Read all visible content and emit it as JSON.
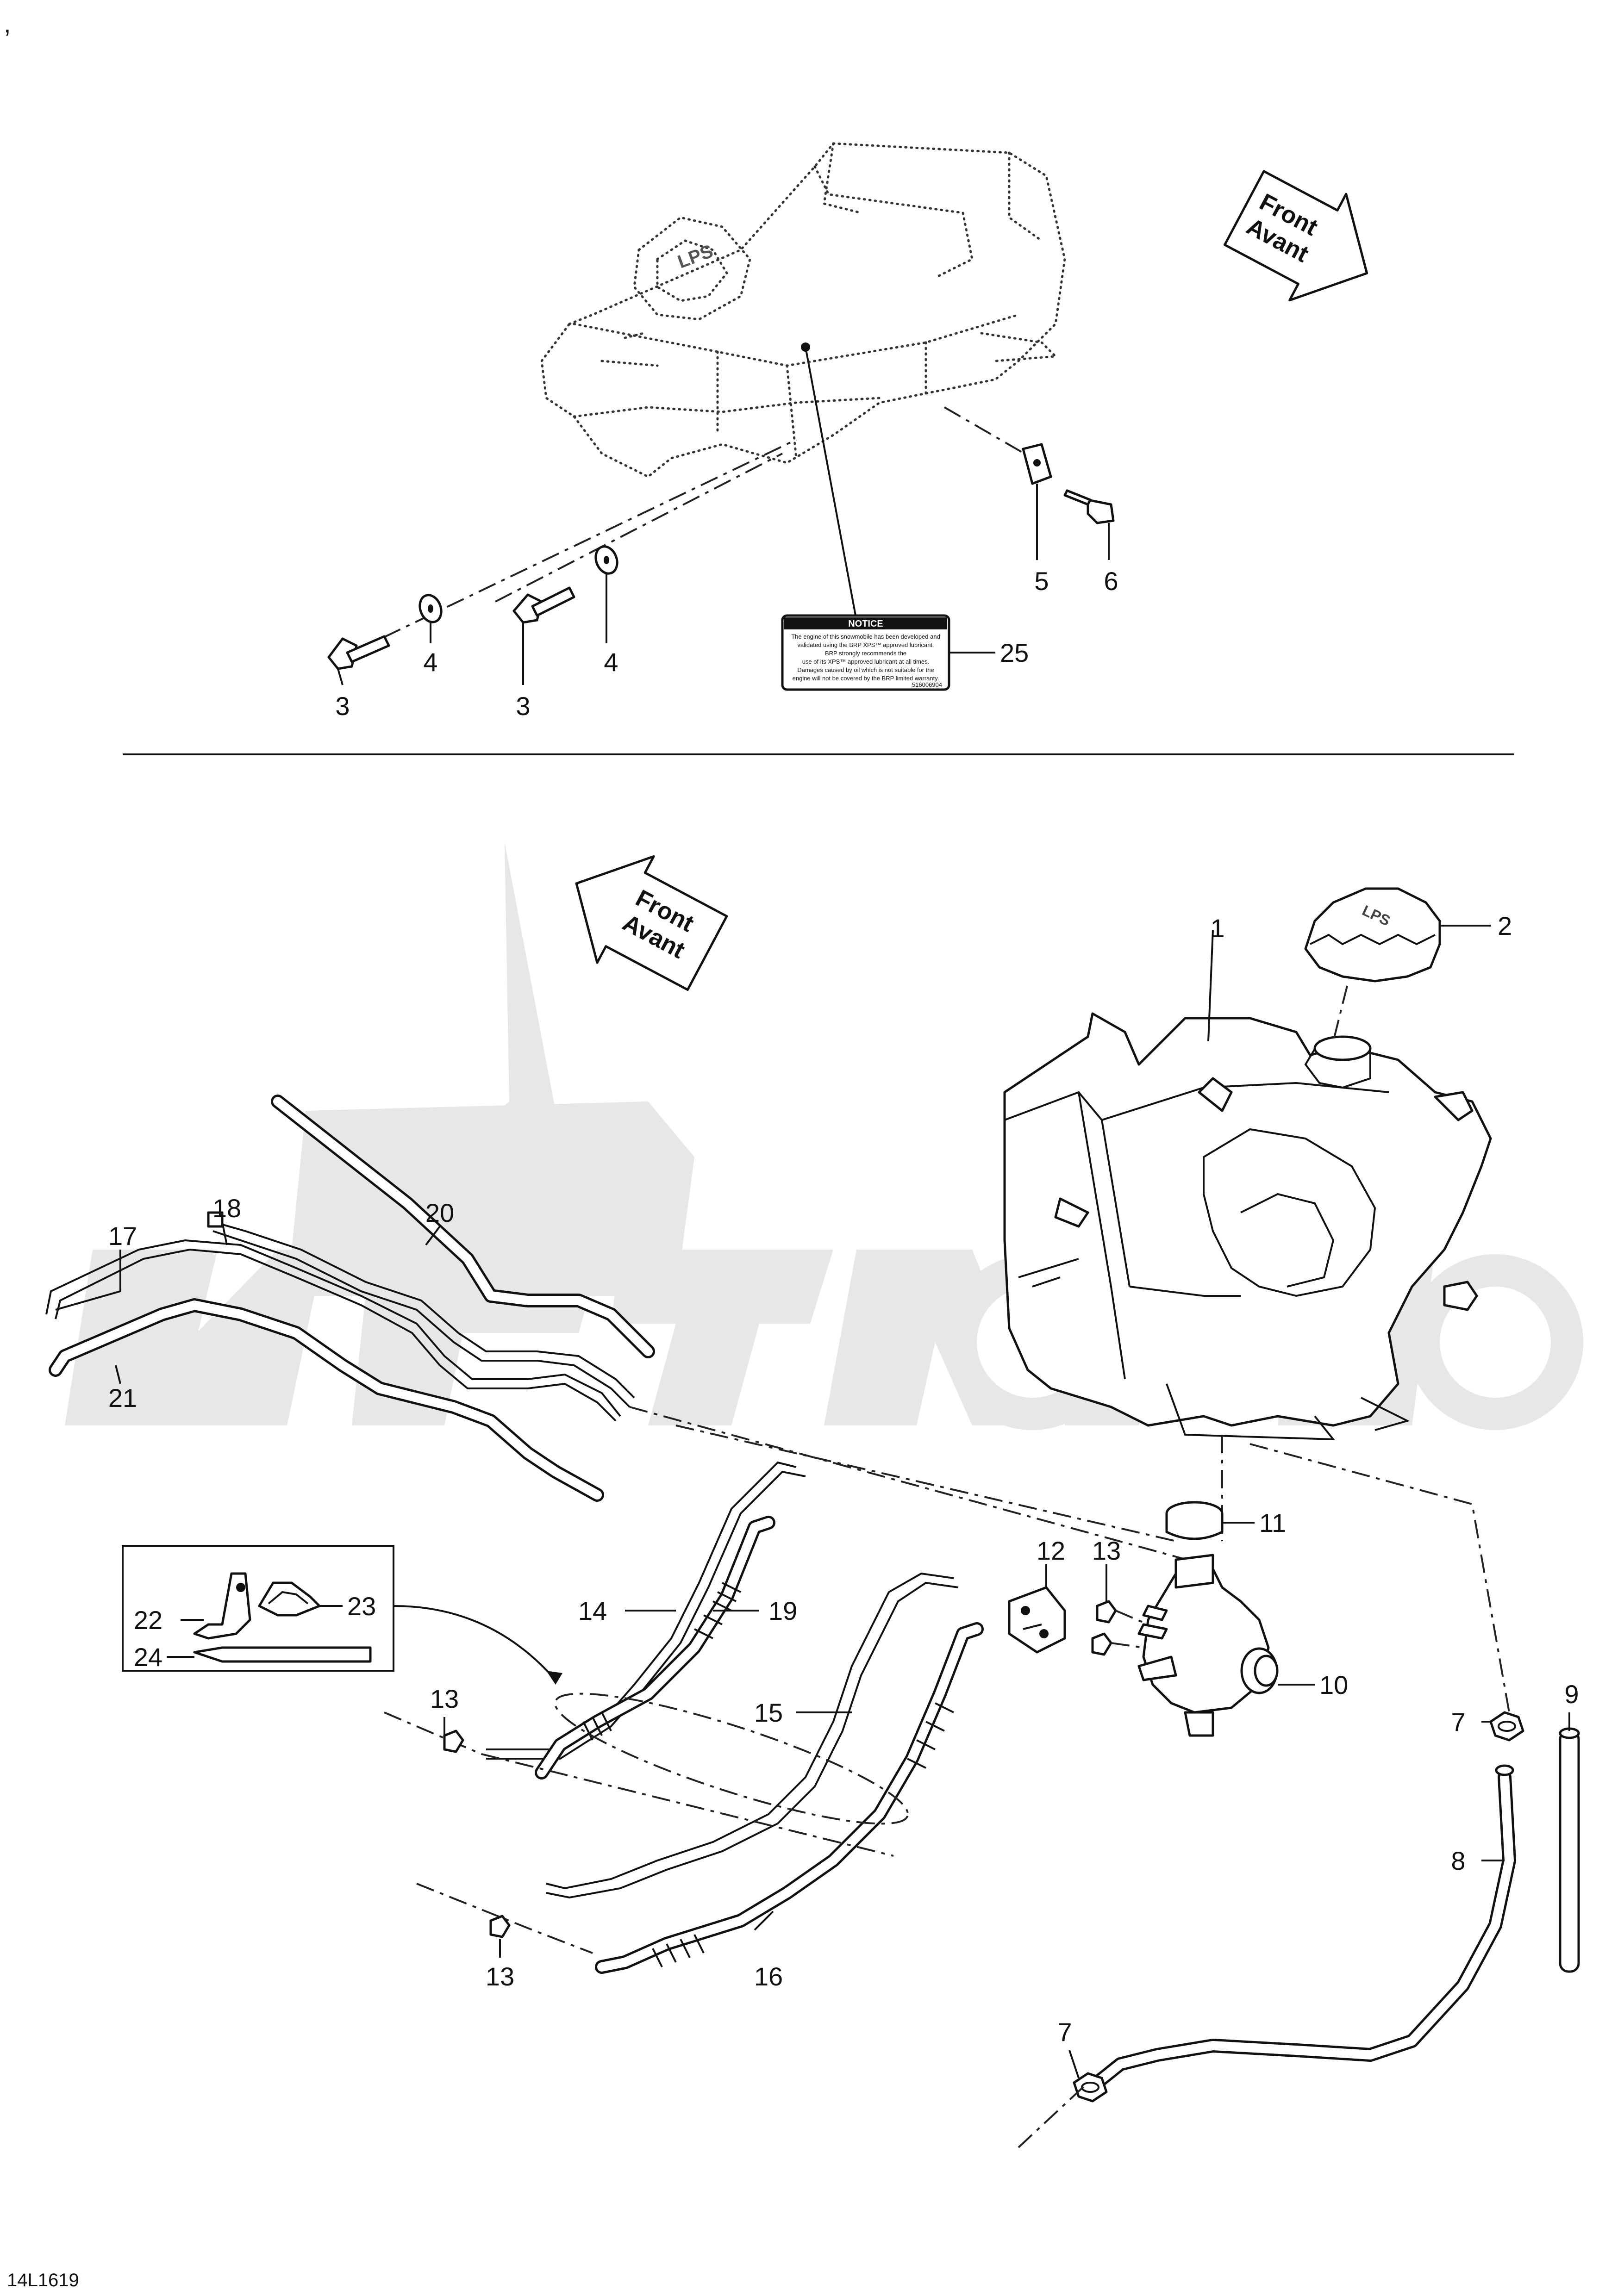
{
  "corner_mark": ",",
  "drawing_code": "14L1619",
  "front_arrow": {
    "line1": "Front",
    "line2": "Avant"
  },
  "notice_label": {
    "heading": "NOTICE",
    "lines": [
      "The engine of this snowmobile has been developed and",
      "validated using the BRP  XPS™ approved lubricant.",
      "BRP strongly recommends the",
      "use of its  XPS™ approved lubricant at all times.",
      "Damages caused by oil which is not suitable for the",
      "engine will not be covered by the BRP limited warranty."
    ],
    "part_code": "516006904"
  },
  "callouts": [
    "1",
    "2",
    "3",
    "3",
    "4",
    "4",
    "5",
    "6",
    "7",
    "7",
    "8",
    "9",
    "10",
    "11",
    "12",
    "13",
    "13",
    "13",
    "14",
    "15",
    "16",
    "17",
    "18",
    "19",
    "20",
    "21",
    "22",
    "23",
    "24",
    "25"
  ]
}
